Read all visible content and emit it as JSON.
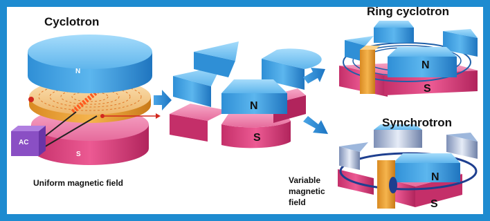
{
  "titles": {
    "cyclotron": "Cyclotron",
    "ring_cyclotron": "Ring cyclotron",
    "synchrotron": "Synchrotron"
  },
  "labels": {
    "uniform_field": "Uniform magnetic field",
    "variable_field_line1": "Variable",
    "variable_field_line2": "magnetic",
    "variable_field_line3": "field",
    "ac": "AC"
  },
  "poles": {
    "north": "N",
    "south": "S"
  },
  "colors": {
    "frame": "#1e8bd0",
    "north_magnet": "#49a8e6",
    "south_magnet": "#e0457f",
    "dee": "#f0a63b",
    "arrow": "#2a8ad4",
    "ac_box": "#8a4fc4"
  }
}
